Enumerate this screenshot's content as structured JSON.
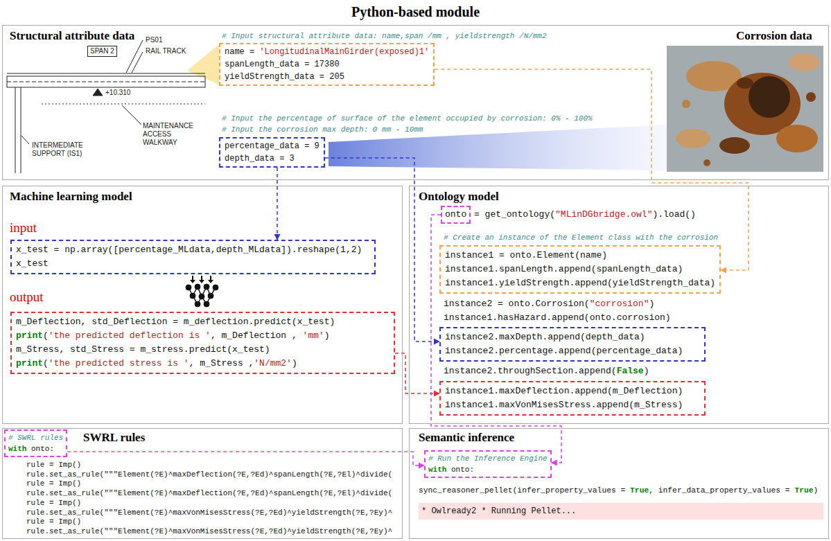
{
  "diagram": {
    "title": "Python-based module",
    "nodes": [
      {
        "text": [
          "Structural attribute data",
          "Corrosion data",
          "# Input structural attribute data: name,span /mm , yieldstrength /N/mm2",
          "# Input the percentage of surface of the element occupied by corrosion: 0% - 100%",
          "# Input the corrosion max depth: 0 mm - 10mm"
        ]
      },
      {
        "text": [
          "name = 'LongitudinalMainGirder(exposed)1'",
          "spanLength_data = 17380",
          "yieldStrength_data = 205"
        ],
        "in": 0
      },
      {
        "text": [
          "percentage_data = 9",
          "depth_data = 3"
        ],
        "in": 0
      },
      {
        "text": [
          "Machine learning model",
          "input",
          "output"
        ]
      },
      {
        "text": [
          "x_test = np.array([percentage_MLdata,depth_MLdata]).reshape(1,2)",
          "x_test"
        ],
        "in": 3
      },
      {
        "text": [
          "m_Deflection, std_Deflection = m_deflection.predict(x_test)",
          "print('the predicted deflection is ', m_Deflection , 'mm')",
          "m_Stress, std_Stress = m_stress.predict(x_test)",
          "print('the predicted stress is ', m_Stress ,'N/mm2')"
        ],
        "in": 3
      },
      {
        "text": [
          "Ontology model",
          "= get_ontology(\"MLinDGbridge.owl\").load()",
          "# Create an instance of the Element class with the corrosion",
          "instance2 = onto.Corrosion(\"corrosion\")",
          "instance1.hasHazard.append(onto.corrosion)",
          "instance2.throughSection.append(False)"
        ]
      },
      {
        "text": [
          "onto"
        ],
        "in": 6
      },
      {
        "text": [
          "instance1 = onto.Element(name)",
          "instance1.spanLength.append(spanLength_data)",
          "instance1.yieldStrength.append(yieldStrength_data)"
        ],
        "in": 6
      },
      {
        "text": [
          "instance2.maxDepth.append(depth_data)",
          "instance2.percentage.append(percentage_data)"
        ],
        "in": 6
      },
      {
        "text": [
          "instance1.maxDeflection.append(m_Deflection)",
          "instance1.maxVonMisesStress.append(m_Stress)"
        ],
        "in": 6
      },
      {
        "text": [
          "SWRL rules",
          "rule = Imp()",
          "rule.set_as_rule(\"\"\"Element(?E)^maxDeflection(?E,?Ed)^spanLength(?E,?El)^divide(",
          "rule = Imp()",
          "rule.set_as_rule(\"\"\"Element(?E)^maxDeflection(?E,?Ed)^spanLength(?E,?El)^divide(",
          "rule = Imp()",
          "rule.set_as_rule(\"\"\"Element(?E)^maxVonMisesStress(?E,?Ed)^yieldStrength(?E,?Ey)^",
          "rule = Imp()",
          "rule.set_as_rule(\"\"\"Element(?E)^maxVonMisesStress(?E,?Ed)^yieldStrength(?E,?Ey)^"
        ]
      },
      {
        "text": [
          "# SWRL rules",
          "with onto:"
        ],
        "in": 11
      },
      {
        "text": [
          "Semantic inference",
          "sync_reasoner_pellet(infer_property_values = True, infer_data_property_values = True)",
          "* Owlready2 * Running Pellet..."
        ]
      },
      {
        "text": [
          "# Run the Inference Engine",
          "with onto:"
        ],
        "in": 13
      }
    ],
    "edges": [
      {
        "from": 1,
        "to": 8,
        "arrow": "to"
      },
      {
        "from": 2,
        "to": 4,
        "arrow": "to"
      },
      {
        "from": 2,
        "to": 9,
        "arrow": "to"
      },
      {
        "from": 5,
        "to": 10,
        "arrow": "to"
      },
      {
        "from": 7,
        "to": 14,
        "arrow": "to"
      },
      {
        "from": 12,
        "to": 14,
        "arrow": "to"
      }
    ],
    "labels": [
      "SPAN 2",
      "PS01",
      "RAIL TRACK",
      "+10.310",
      "MAINTENANCE ACCESS WALKWAY",
      "INTERMEDIATE SUPPORT (IS1)"
    ]
  }
}
